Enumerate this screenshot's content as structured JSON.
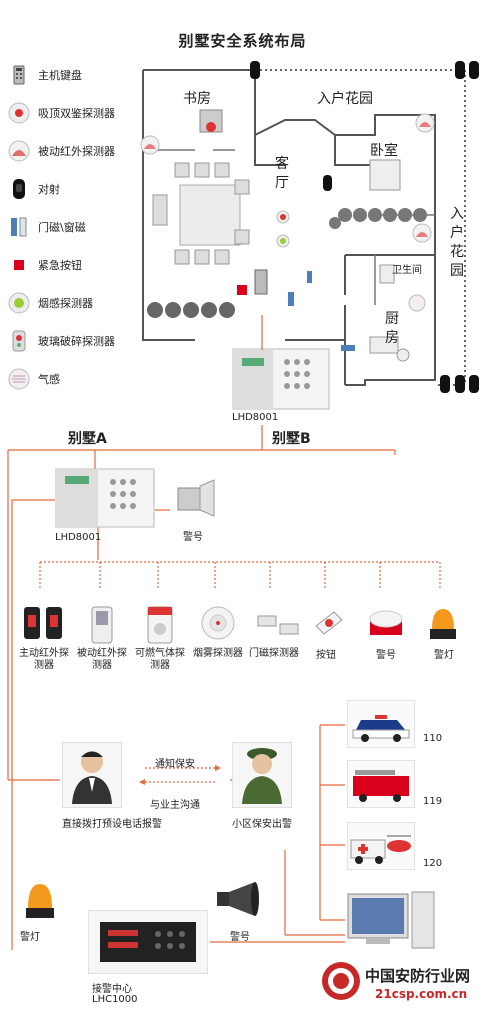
{
  "title": "别墅安全系统布局",
  "legend": [
    {
      "icon": "keypad-icon",
      "label": "主机键盘"
    },
    {
      "icon": "ceiling-dual-detector-icon",
      "label": "吸顶双鉴探测器"
    },
    {
      "icon": "pir-detector-icon",
      "label": "被动红外探测器"
    },
    {
      "icon": "beam-icon",
      "label": "对射"
    },
    {
      "icon": "door-magnet-icon",
      "label": "门磁\\窗磁"
    },
    {
      "icon": "panic-button-icon",
      "label": "紧急按钮"
    },
    {
      "icon": "smoke-detector-icon",
      "label": "烟感探测器"
    },
    {
      "icon": "glass-break-icon",
      "label": "玻璃破碎探测器"
    },
    {
      "icon": "gas-detector-icon",
      "label": "气感"
    }
  ],
  "floorplan": {
    "study": "书房",
    "garden_top": "入户花园",
    "living": "客厅",
    "bedroom": "卧室",
    "garden_right": "入户花园",
    "bathroom": "卫生间",
    "kitchen": "厨房"
  },
  "host_label": "LHD8001",
  "villa_a": "别墅A",
  "villa_b": "别墅B",
  "host2_label": "LHD8001",
  "siren_label": "警号",
  "devices": [
    {
      "icon": "active-ir-detector-icon",
      "label": "主动红外探测器"
    },
    {
      "icon": "passive-ir-detector-icon",
      "label": "被动红外探测器"
    },
    {
      "icon": "gas-detector-icon",
      "label": "可燃气体探测器"
    },
    {
      "icon": "smoke-detector-icon",
      "label": "烟雾探测器"
    },
    {
      "icon": "door-contact-icon",
      "label": "门磁探测器"
    },
    {
      "icon": "push-button-icon",
      "label": "按钮"
    },
    {
      "icon": "siren-icon",
      "label": "警号"
    },
    {
      "icon": "strobe-light-icon",
      "label": "警灯"
    }
  ],
  "flow": {
    "notify_guard": "通知保安",
    "talk_owner": "与业主沟通",
    "owner_call": "直接拨打预设电话报警",
    "guard_out": "小区保安出警",
    "lamp": "警灯",
    "siren": "警号",
    "center": "接警中心",
    "center_model": "LHC1000"
  },
  "emergency": [
    {
      "icon": "police-car-icon",
      "label": "110"
    },
    {
      "icon": "fire-truck-icon",
      "label": "119"
    },
    {
      "icon": "ambulance-icon",
      "label": "120"
    }
  ],
  "watermark": {
    "name": "中国安防行业网",
    "site": "21csp.com.cn"
  },
  "colors": {
    "line": "#e8683a",
    "dotted": "#e8683a"
  }
}
